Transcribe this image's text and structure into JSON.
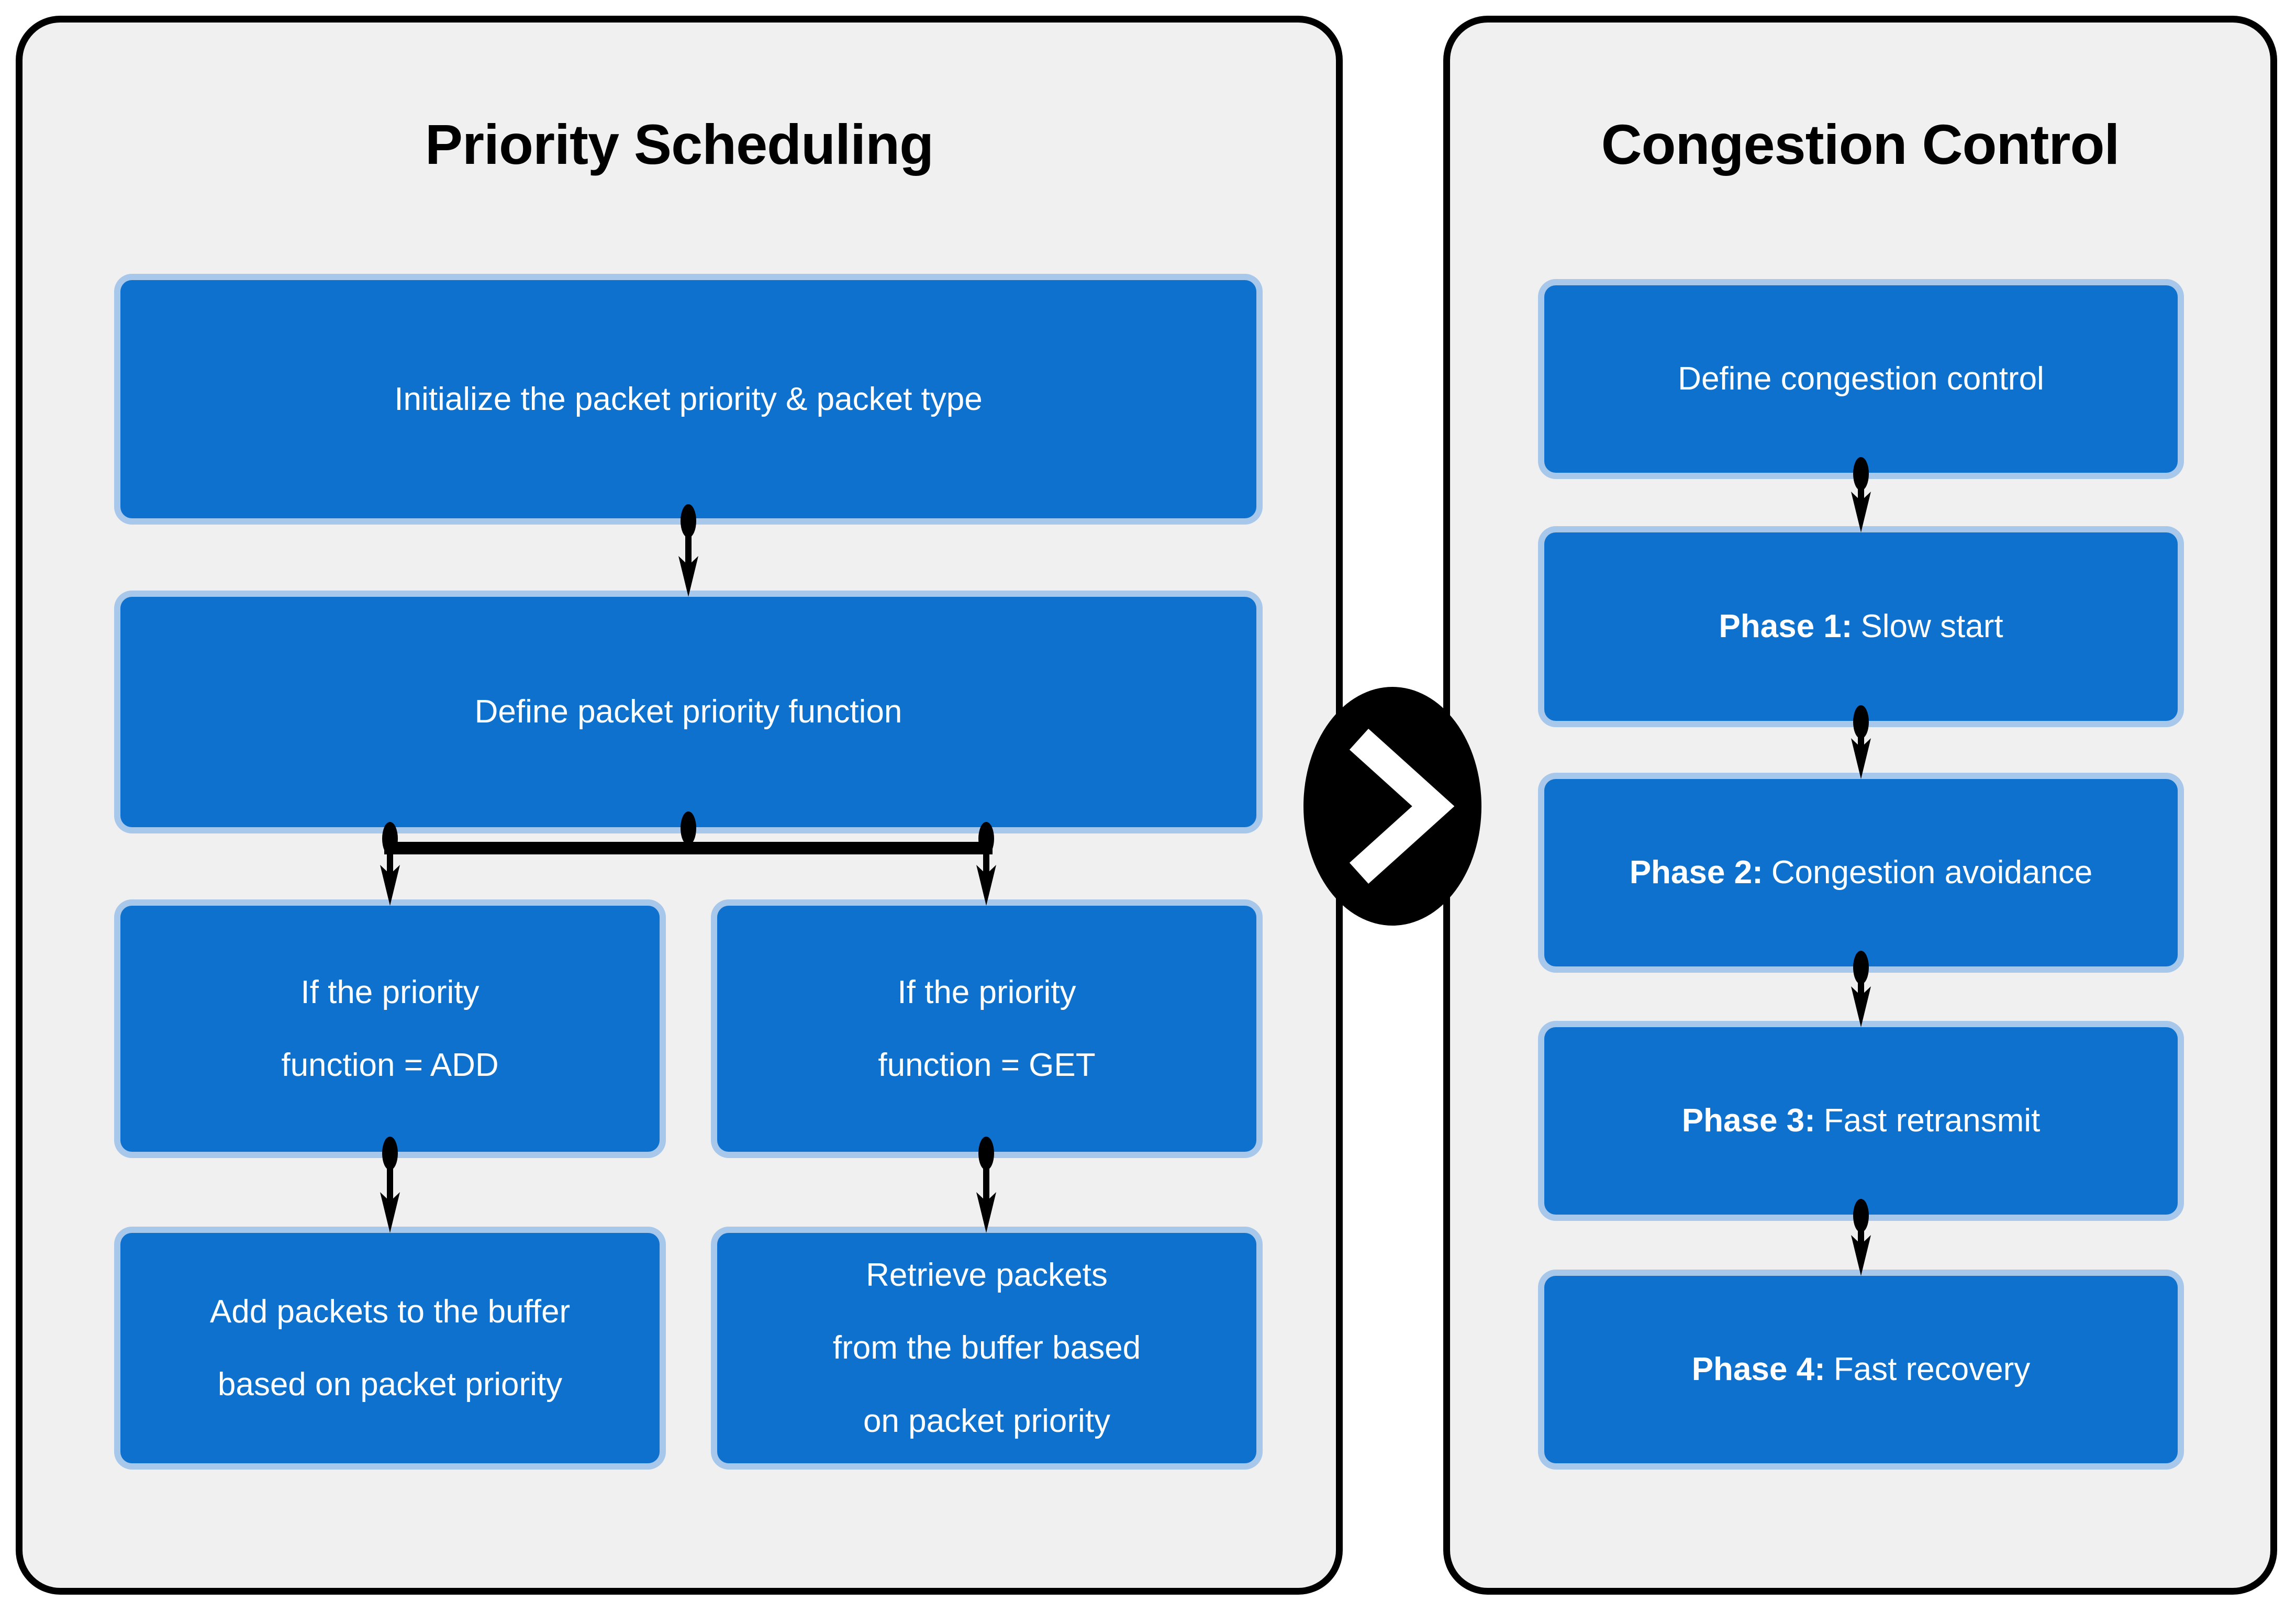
{
  "left": {
    "title": "Priority Scheduling",
    "boxes": {
      "init": "Initialize the packet priority & packet type",
      "define": "Define packet priority function",
      "if_add": "If the priority\nfunction = ADD",
      "if_get": "If the priority\nfunction = GET",
      "add_buffer": "Add packets to the buffer\nbased on packet priority",
      "retrieve_buffer": "Retrieve packets\nfrom the buffer based\non packet priority"
    }
  },
  "right": {
    "title": "Congestion Control",
    "boxes": [
      {
        "bold": "",
        "rest": "Define congestion control"
      },
      {
        "bold": "Phase 1:",
        "rest": "Slow start"
      },
      {
        "bold": "Phase 2:",
        "rest": "Congestion avoidance"
      },
      {
        "bold": "Phase 3:",
        "rest": "Fast retransmit"
      },
      {
        "bold": "Phase 4:",
        "rest": "Fast recovery"
      }
    ]
  },
  "icons": {
    "panel_link": "chevron-right-icon"
  },
  "colors": {
    "accent_blue": "#0e71cd",
    "box_edge_light_blue": "#a7c8ea",
    "panel_background": "#f0f0f1",
    "border_black": "#000000",
    "text_white": "#ffffff"
  }
}
